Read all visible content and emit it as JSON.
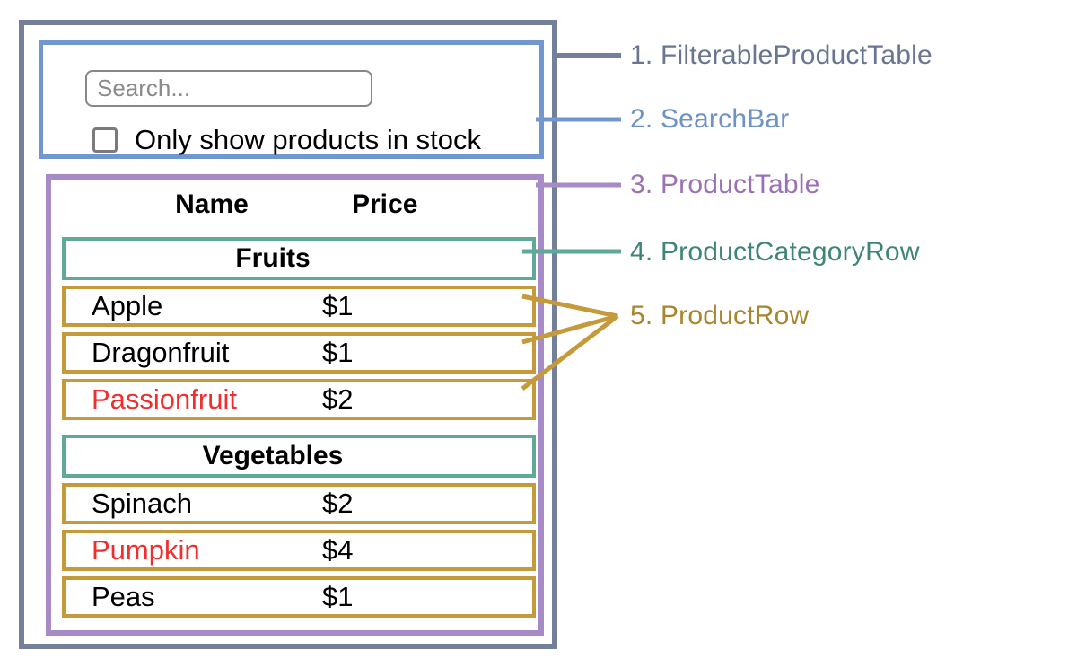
{
  "diagram": {
    "colors": {
      "frame": "#747F99",
      "searchbar": "#7297CE",
      "table": "#A78BC6",
      "category": "#60A897",
      "row": "#C49A3B",
      "out_of_stock_text": "#F12D2D"
    },
    "labels": [
      {
        "text": "1. FilterableProductTable",
        "color": "#6A7590"
      },
      {
        "text": "2. SearchBar",
        "color": "#6C92C6"
      },
      {
        "text": "3. ProductTable",
        "color": "#9C70B4"
      },
      {
        "text": "4. ProductCategoryRow",
        "color": "#3E8577"
      },
      {
        "text": "5. ProductRow",
        "color": "#A9862C"
      }
    ]
  },
  "search_bar": {
    "input_value": "",
    "input_placeholder": "Search...",
    "checkbox_checked": false,
    "checkbox_label": "Only show products in stock"
  },
  "product_table": {
    "headers": {
      "name": "Name",
      "price": "Price"
    },
    "rows": [
      {
        "type": "category",
        "label": "Fruits"
      },
      {
        "type": "product",
        "name": "Apple",
        "price": "$1"
      },
      {
        "type": "product",
        "name": "Dragonfruit",
        "price": "$1"
      },
      {
        "type": "product",
        "name": "Passionfruit",
        "price": "$2",
        "name_color": "#F12D2D"
      },
      {
        "type": "category",
        "label": "Vegetables"
      },
      {
        "type": "product",
        "name": "Spinach",
        "price": "$2"
      },
      {
        "type": "product",
        "name": "Pumpkin",
        "price": "$4",
        "name_color": "#F12D2D"
      },
      {
        "type": "product",
        "name": "Peas",
        "price": "$1"
      }
    ]
  }
}
